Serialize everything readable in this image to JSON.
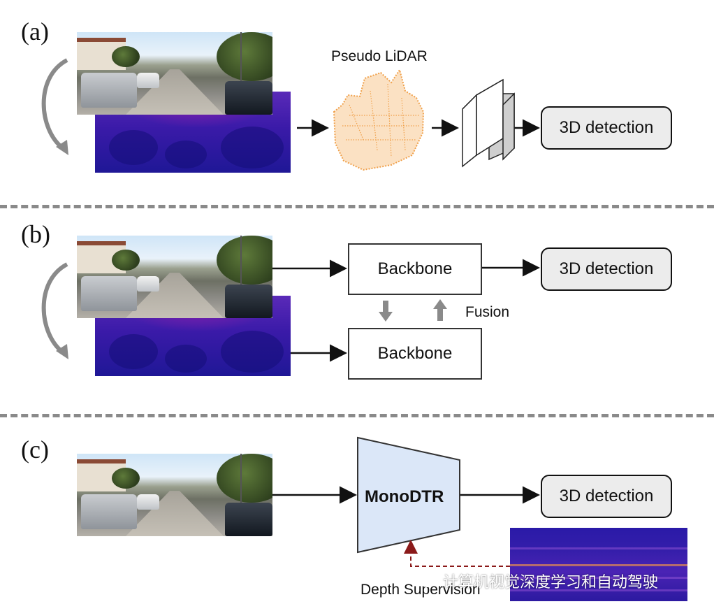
{
  "panels": {
    "a": {
      "label": "(a)",
      "pseudo_lidar_label": "Pseudo LiDAR",
      "detection_label": "3D detection"
    },
    "b": {
      "label": "(b)",
      "backbone_top_label": "Backbone",
      "backbone_bottom_label": "Backbone",
      "fusion_label": "Fusion",
      "detection_label": "3D detection"
    },
    "c": {
      "label": "(c)",
      "model_label": "MonoDTR",
      "detection_label": "3D detection",
      "supervision_label": "Depth Supervision"
    }
  },
  "watermark": {
    "text": "计算机视觉深度学习和自动驾驶",
    "icon": "wechat-icon"
  },
  "colors": {
    "separator": "#8a8a8a",
    "detection_fill": "#ececec",
    "monodtr_fill": "#dbe7f8",
    "pseudo_lidar": "#f0a04a",
    "supervision_arrow": "#8b1a1a",
    "fusion_arrows": "#8a8a8a"
  }
}
